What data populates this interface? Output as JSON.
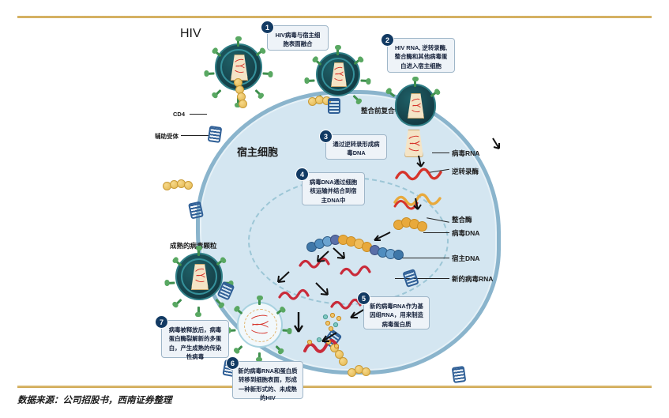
{
  "figure": {
    "title_label": "HIV",
    "host_cell_label": "宿主细胞",
    "mature_particle_label": "成熟的病毒颗粒",
    "preintegration_label": "整合前复合物",
    "receptor_labels": {
      "cd4": "CD4",
      "coreceptor": "辅助受体"
    },
    "right_labels": [
      "病毒RNA",
      "逆转录酶",
      "整合酶",
      "病毒DNA",
      "宿主DNA",
      "新的病毒RNA"
    ],
    "steps": [
      {
        "number": "1",
        "text": "HIV病毒与宿主细胞表面融合"
      },
      {
        "number": "2",
        "text": "HIV RNA, 逆转录酶, 整合酶和其他病毒蛋白进入宿主细胞"
      },
      {
        "number": "3",
        "text": "通过逆转录形成病毒DNA"
      },
      {
        "number": "4",
        "text": "病毒DNA通过细胞核运输并结合到宿主DNA中"
      },
      {
        "number": "5",
        "text": "新的病毒RNA作为基因组RNA，用来制造病毒蛋白质"
      },
      {
        "number": "6",
        "text": "新的病毒RNA和蛋白质转移到细胞表面，形成一种新形式的、未成熟的HIV"
      },
      {
        "number": "7",
        "text": "病毒被释放后，病毒蛋白酶裂解新的多蛋白，产生成熟的传染性病毒"
      }
    ]
  },
  "source": {
    "text": "数据来源：公司招股书，西南证券整理"
  },
  "colors": {
    "rule": "#c9a14a",
    "cell_fill": "#d4e6f1",
    "cell_border": "#8ab4cc",
    "badge": "#123a63",
    "callout_bg": "#eef3f8",
    "viral_rna": "#d6342b",
    "viral_dna": "#e8a93c",
    "host_dna": "#3f77a8",
    "spike": "#3f8f4e",
    "cd4_bead": "#e2b64f"
  }
}
